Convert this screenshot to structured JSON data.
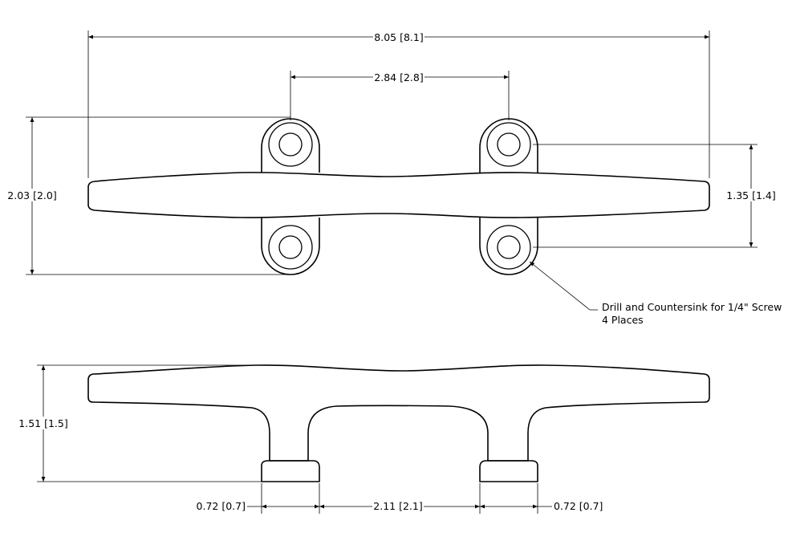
{
  "dimensions": {
    "overall_length": "8.05 [8.1]",
    "hole_spacing": "2.84 [2.8]",
    "overall_width": "2.03 [2.0]",
    "hole_row_spacing": "1.35 [1.4]",
    "height": "1.51 [1.5]",
    "base_left": "0.72 [0.7]",
    "base_gap": "2.11 [2.1]",
    "base_right": "0.72 [0.7]"
  },
  "note": {
    "line1": "Drill and Countersink for 1/4\" Screw",
    "line2": "4 Places"
  }
}
